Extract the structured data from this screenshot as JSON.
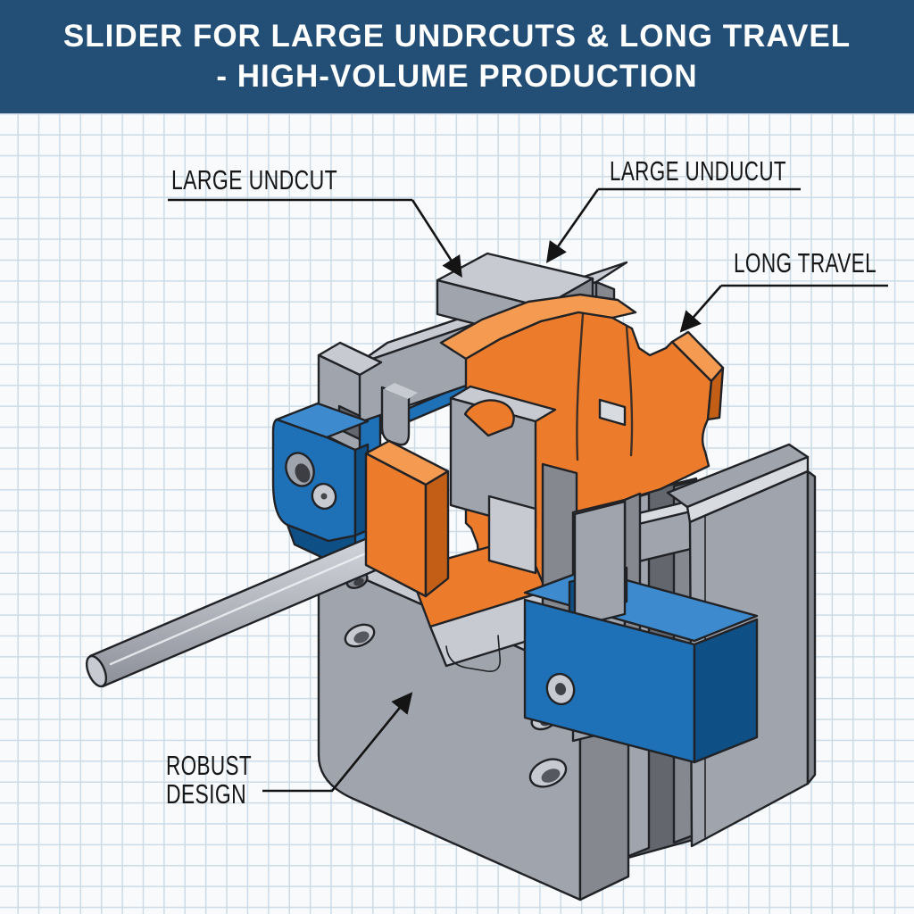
{
  "header": {
    "line1": "SLIDER FOR LARGE UNDRCUTS & LONG TRAVEL",
    "line2": "- HIGH-VOLUME PRODUCTION"
  },
  "callouts": {
    "large_undcut": {
      "text": "LARGE UNDCUT"
    },
    "large_unducut": {
      "text": "LARGE UNDUCUT"
    },
    "long_travel": {
      "text": "LONG TRAVEL"
    },
    "robust_design": {
      "line1": "ROBUST",
      "line2": "DESIGN"
    }
  },
  "colors": {
    "banner_bg": "#234f77",
    "banner_text": "#ffffff",
    "paper": "#f8fafc",
    "grid_line": "#ccdbe6",
    "outline": "#212226",
    "label_text": "#161616",
    "orange": "#ec7c2b",
    "orange_light": "#f59b51",
    "orange_dark": "#c25e15",
    "blue": "#1e71b6",
    "blue_light": "#3d8bce",
    "blue_dark": "#0e4f86",
    "gray_lightest": "#d8dbe0",
    "gray_light": "#c7cad1",
    "gray_mid": "#a0a4ad",
    "gray_dark": "#85888f",
    "gray_darker": "#63666c"
  }
}
